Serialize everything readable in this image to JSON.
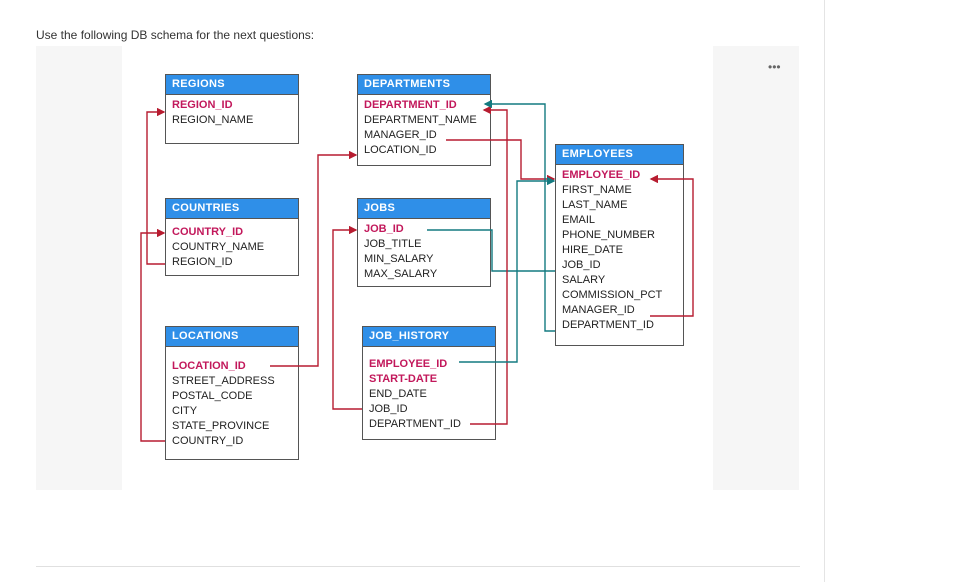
{
  "prompt": "Use the following DB schema for the next questions:",
  "more_label": "•••",
  "colors": {
    "header": "#2f8fe8",
    "pk": "#c2185b",
    "link_red": "#b71c30",
    "link_teal": "#137a80"
  },
  "tables": {
    "regions": {
      "title": "REGIONS",
      "rows": [
        "REGION_ID",
        "REGION_NAME"
      ]
    },
    "departments": {
      "title": "DEPARTMENTS",
      "rows": [
        "DEPARTMENT_ID",
        "DEPARTMENT_NAME",
        "MANAGER_ID",
        "LOCATION_ID"
      ]
    },
    "employees": {
      "title": "EMPLOYEES",
      "rows": [
        "EMPLOYEE_ID",
        "FIRST_NAME",
        "LAST_NAME",
        "EMAIL",
        "PHONE_NUMBER",
        "HIRE_DATE",
        "JOB_ID",
        "SALARY",
        "COMMISSION_PCT",
        "MANAGER_ID",
        "DEPARTMENT_ID"
      ]
    },
    "countries": {
      "title": "COUNTRIES",
      "rows": [
        "COUNTRY_ID",
        "COUNTRY_NAME",
        "REGION_ID"
      ]
    },
    "jobs": {
      "title": "JOBS",
      "rows": [
        "JOB_ID",
        "JOB_TITLE",
        "MIN_SALARY",
        "MAX_SALARY"
      ]
    },
    "locations": {
      "title": "LOCATIONS",
      "rows": [
        "LOCATION_ID",
        "STREET_ADDRESS",
        "POSTAL_CODE",
        "CITY",
        "STATE_PROVINCE",
        "COUNTRY_ID"
      ]
    },
    "job_history": {
      "title": "JOB_HISTORY",
      "rows": [
        "EMPLOYEE_ID",
        "START-DATE",
        "END_DATE",
        "JOB_ID",
        "DEPARTMENT_ID"
      ]
    }
  }
}
